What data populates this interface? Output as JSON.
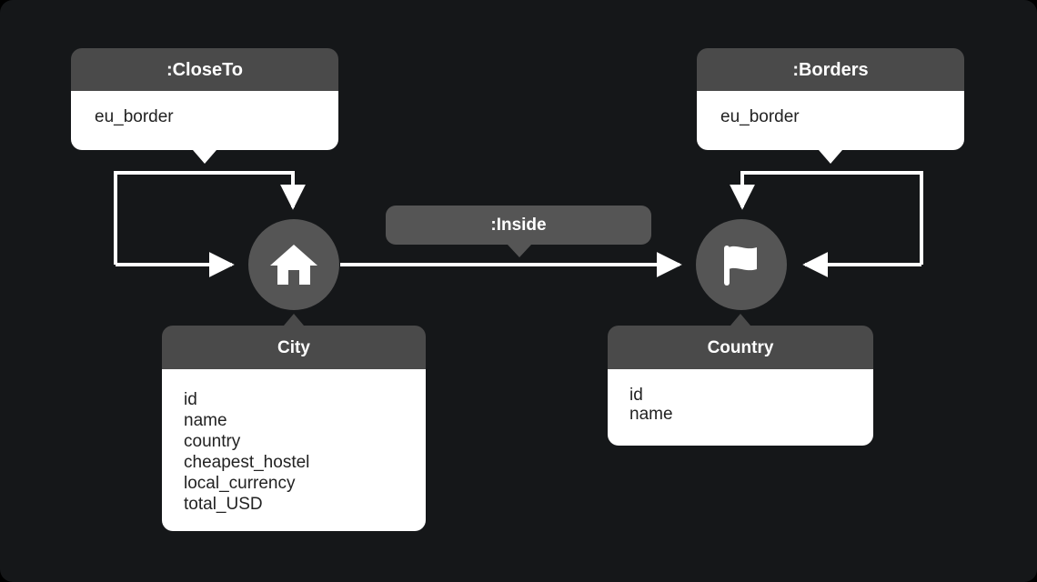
{
  "diagram": {
    "title": "graph-data-model",
    "background_color": "#151719",
    "card_header_color": "#4a4a4a",
    "card_body_color": "#ffffff",
    "node_color": "#555555",
    "edge_color": "#ffffff"
  },
  "relationship_cards": [
    {
      "id": "closeTo",
      "title": ":CloseTo",
      "properties": [
        "eu_border"
      ]
    },
    {
      "id": "borders",
      "title": ":Borders",
      "properties": [
        "eu_border"
      ]
    }
  ],
  "relationship_labels": [
    {
      "id": "inside",
      "title": ":Inside"
    }
  ],
  "nodes": [
    {
      "id": "city",
      "icon": "house-icon",
      "label": "City",
      "properties": [
        "id",
        "name",
        "country",
        "cheapest_hostel",
        "local_currency",
        "total_USD"
      ]
    },
    {
      "id": "country",
      "icon": "flag-icon",
      "label": "Country",
      "properties": [
        "id",
        "name"
      ]
    }
  ],
  "edges": [
    {
      "id": "city-self-loop",
      "from": "city",
      "to": "city",
      "relationship": ":CloseTo",
      "direction": "self"
    },
    {
      "id": "city-to-country",
      "from": "city",
      "to": "country",
      "relationship": ":Inside",
      "direction": "right"
    },
    {
      "id": "country-self-loop",
      "from": "country",
      "to": "country",
      "relationship": ":Borders",
      "direction": "self"
    }
  ]
}
